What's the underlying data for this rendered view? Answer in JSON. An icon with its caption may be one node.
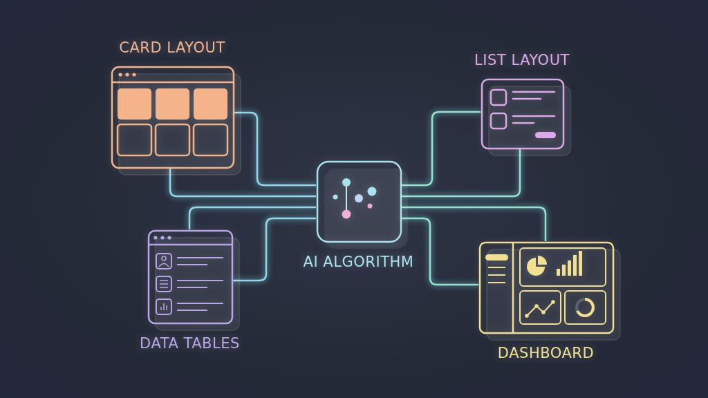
{
  "diagram": {
    "nodes": [
      {
        "text": [
          "CARD LAYOUT"
        ]
      },
      {
        "text": [
          "LIST LAYOUT"
        ]
      },
      {
        "text": [
          "AI ALGORITHM"
        ]
      },
      {
        "text": [
          "DATA TABLES"
        ]
      },
      {
        "text": [
          "DASHBOARD"
        ]
      }
    ],
    "edges": [
      {
        "from": 0,
        "to": 2,
        "arrow": "none"
      },
      {
        "from": 0,
        "to": 2,
        "arrow": "none"
      },
      {
        "from": 3,
        "to": 2,
        "arrow": "none"
      },
      {
        "from": 3,
        "to": 2,
        "arrow": "none"
      },
      {
        "from": 1,
        "to": 2,
        "arrow": "none"
      },
      {
        "from": 1,
        "to": 2,
        "arrow": "none"
      },
      {
        "from": 4,
        "to": 2,
        "arrow": "none"
      },
      {
        "from": 4,
        "to": 2,
        "arrow": "none"
      }
    ]
  }
}
